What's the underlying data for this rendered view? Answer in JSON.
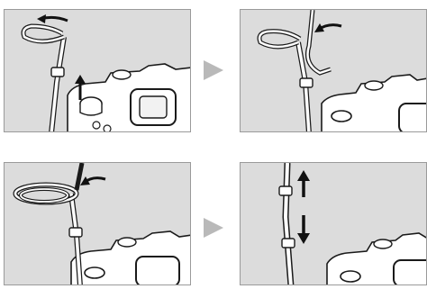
{
  "figure": {
    "panels": [
      {
        "id": "step-1"
      },
      {
        "id": "step-2"
      },
      {
        "id": "step-3"
      },
      {
        "id": "step-4"
      }
    ],
    "colors": {
      "panel_bg": "#dcdcdc",
      "panel_border": "#9a9a9a",
      "camera_body": "#ffffff",
      "line": "#1a1a1a",
      "step_arrow": "#b9b9b9",
      "motion_arrow": "#111111"
    }
  }
}
